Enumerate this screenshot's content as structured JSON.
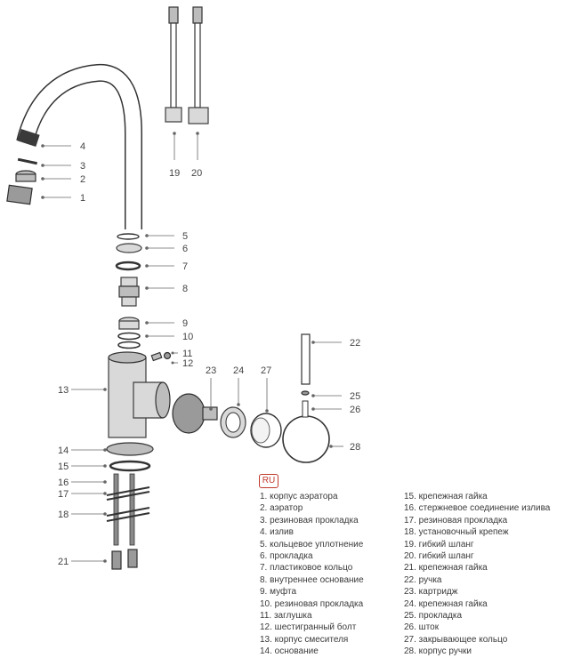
{
  "language_badge": "RU",
  "callouts": [
    "1",
    "2",
    "3",
    "4",
    "5",
    "6",
    "7",
    "8",
    "9",
    "10",
    "11",
    "12",
    "13",
    "14",
    "15",
    "16",
    "17",
    "18",
    "19",
    "20",
    "21",
    "22",
    "23",
    "24",
    "25",
    "26",
    "27",
    "28"
  ],
  "legend_left": [
    "1. корпус аэратора",
    "2. аэратор",
    "3. резиновая прокладка",
    "4. излив",
    "5. кольцевое уплотнение",
    "6. прокладка",
    "7. пластиковое кольцо",
    "8. внутреннее основание",
    "9. муфта",
    "10. резиновая прокладка",
    "11. заглушка",
    "12. шестигранный болт",
    "13. корпус смесителя",
    "14. основание"
  ],
  "legend_right": [
    "15. крепежная гайка",
    "16. стержневое соединение излива",
    "17. резиновая прокладка",
    "18. установочный крепеж",
    "19. гибкий шланг",
    "20. гибкий шланг",
    "21. крепежная гайка",
    "22. ручка",
    "23. картридж",
    "24. крепежная гайка",
    "25. прокладка",
    "26. шток",
    "27. закрывающее кольцо",
    "28. корпус ручки"
  ]
}
